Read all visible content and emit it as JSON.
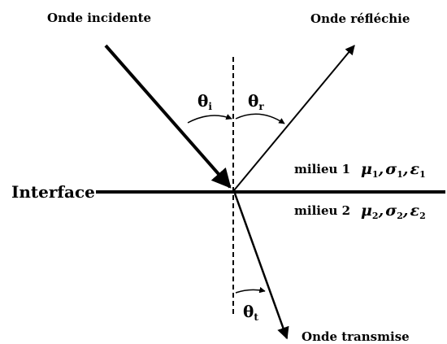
{
  "labels": {
    "incident": "Onde incidente",
    "reflected": "Onde réfléchie",
    "transmitted": "Onde transmise",
    "interface": "Interface",
    "medium1": "milieu 1",
    "medium2": "milieu 2"
  },
  "angles": {
    "theta_i": {
      "symbol": "θ",
      "sub": "i"
    },
    "theta_r": {
      "symbol": "θ",
      "sub": "r"
    },
    "theta_t": {
      "symbol": "θ",
      "sub": "t"
    }
  },
  "params": {
    "m1": {
      "mu": "μ",
      "mu_sub": "1",
      "sigma": "σ",
      "sigma_sub": "1",
      "eps": "ε",
      "eps_sub": "1",
      "sep": ","
    },
    "m2": {
      "mu": "μ",
      "mu_sub": "2",
      "sigma": "σ",
      "sigma_sub": "2",
      "eps": "ε",
      "eps_sub": "2",
      "sep": ","
    }
  }
}
